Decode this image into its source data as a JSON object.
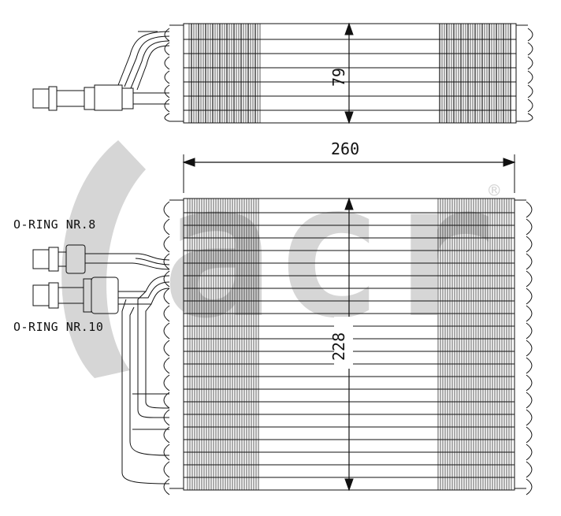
{
  "drawing": {
    "top_view": {
      "height_dimension": "79"
    },
    "front_view": {
      "width_dimension": "260",
      "height_dimension": "228",
      "fitting_upper_label": "O-RING NR.8",
      "fitting_lower_label": "O-RING NR.10"
    }
  },
  "watermark": {
    "brand_text": "acr",
    "registered_mark": "®",
    "color": "#cfcfcf"
  },
  "colors": {
    "line": "#111111",
    "background": "#ffffff"
  }
}
